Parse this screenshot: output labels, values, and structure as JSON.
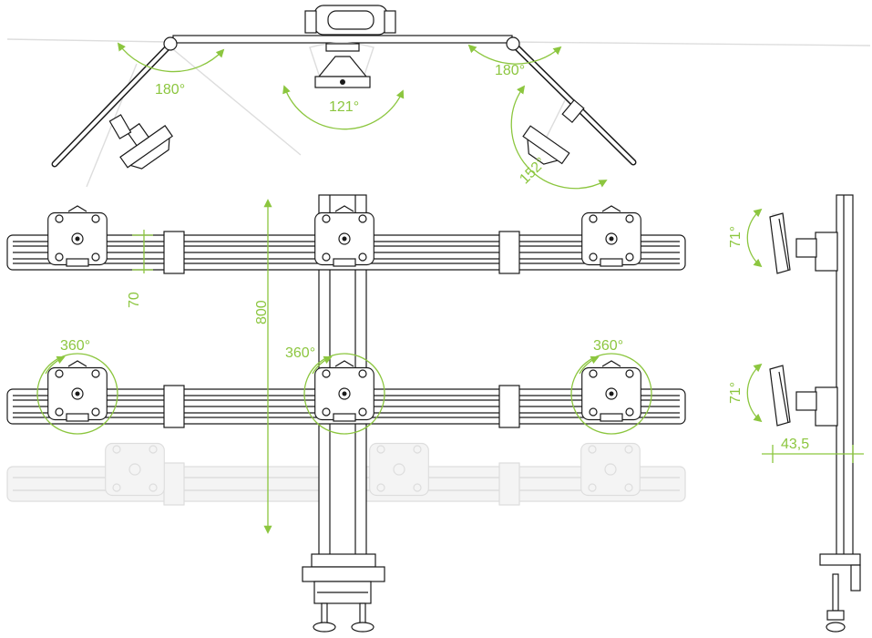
{
  "colors": {
    "accent": "#8cc63f",
    "line": "#1a1a1a",
    "ghost": "#dddddd"
  },
  "labels": {
    "top_left_angle": "180°",
    "top_center_angle": "121°",
    "top_right_angle": "180°",
    "top_right_tilt": "152°",
    "bar_height": "70",
    "pole_height": "800",
    "rotate_left": "360°",
    "rotate_center": "360°",
    "rotate_right": "360°",
    "side_tilt_top": "71°",
    "side_tilt_bottom": "71°",
    "side_offset": "43,5"
  }
}
